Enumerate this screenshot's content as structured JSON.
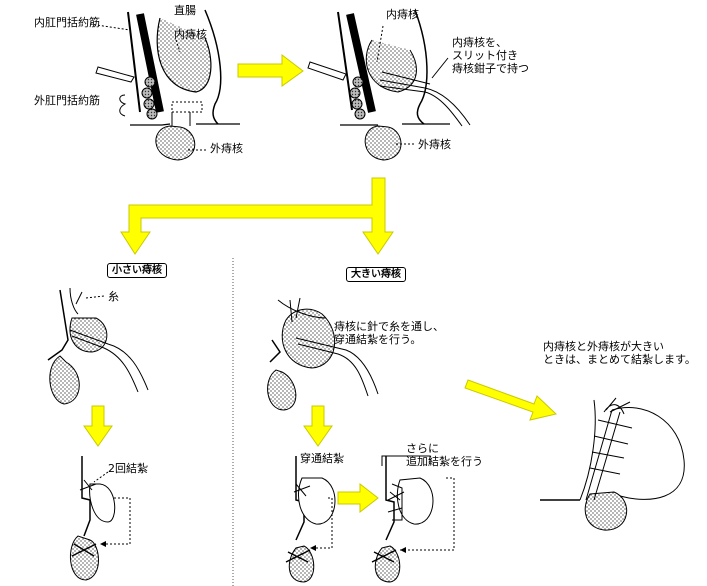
{
  "labels": {
    "internal_sphincter": "内肛門括約筋",
    "rectum": "直腸",
    "internal_hemorrhoid_1": "内痔核",
    "external_sphincter": "外肛門括約筋",
    "external_hemorrhoid_1": "外痔核",
    "internal_hemorrhoid_2": "内痔核",
    "clamp_note": "内痔核を、\nスリット付き\n痔核鉗子で持つ",
    "external_hemorrhoid_2": "外痔核",
    "small_box": "小さい痔核",
    "thread": "糸",
    "double_ligation": "2回結紮",
    "large_box": "大きい痔核",
    "needle_note": "痔核に針で糸を通し、\n穿通結紮を行う。",
    "through_ligation": "穿通結紮",
    "additional_ligation": "さらに\n追加結紮を行う",
    "both_large_note": "内痔核と外痔核が大きい\nときは、まとめて結紮します。"
  },
  "colors": {
    "arrow": "#ffff00",
    "ink": "#000000"
  }
}
